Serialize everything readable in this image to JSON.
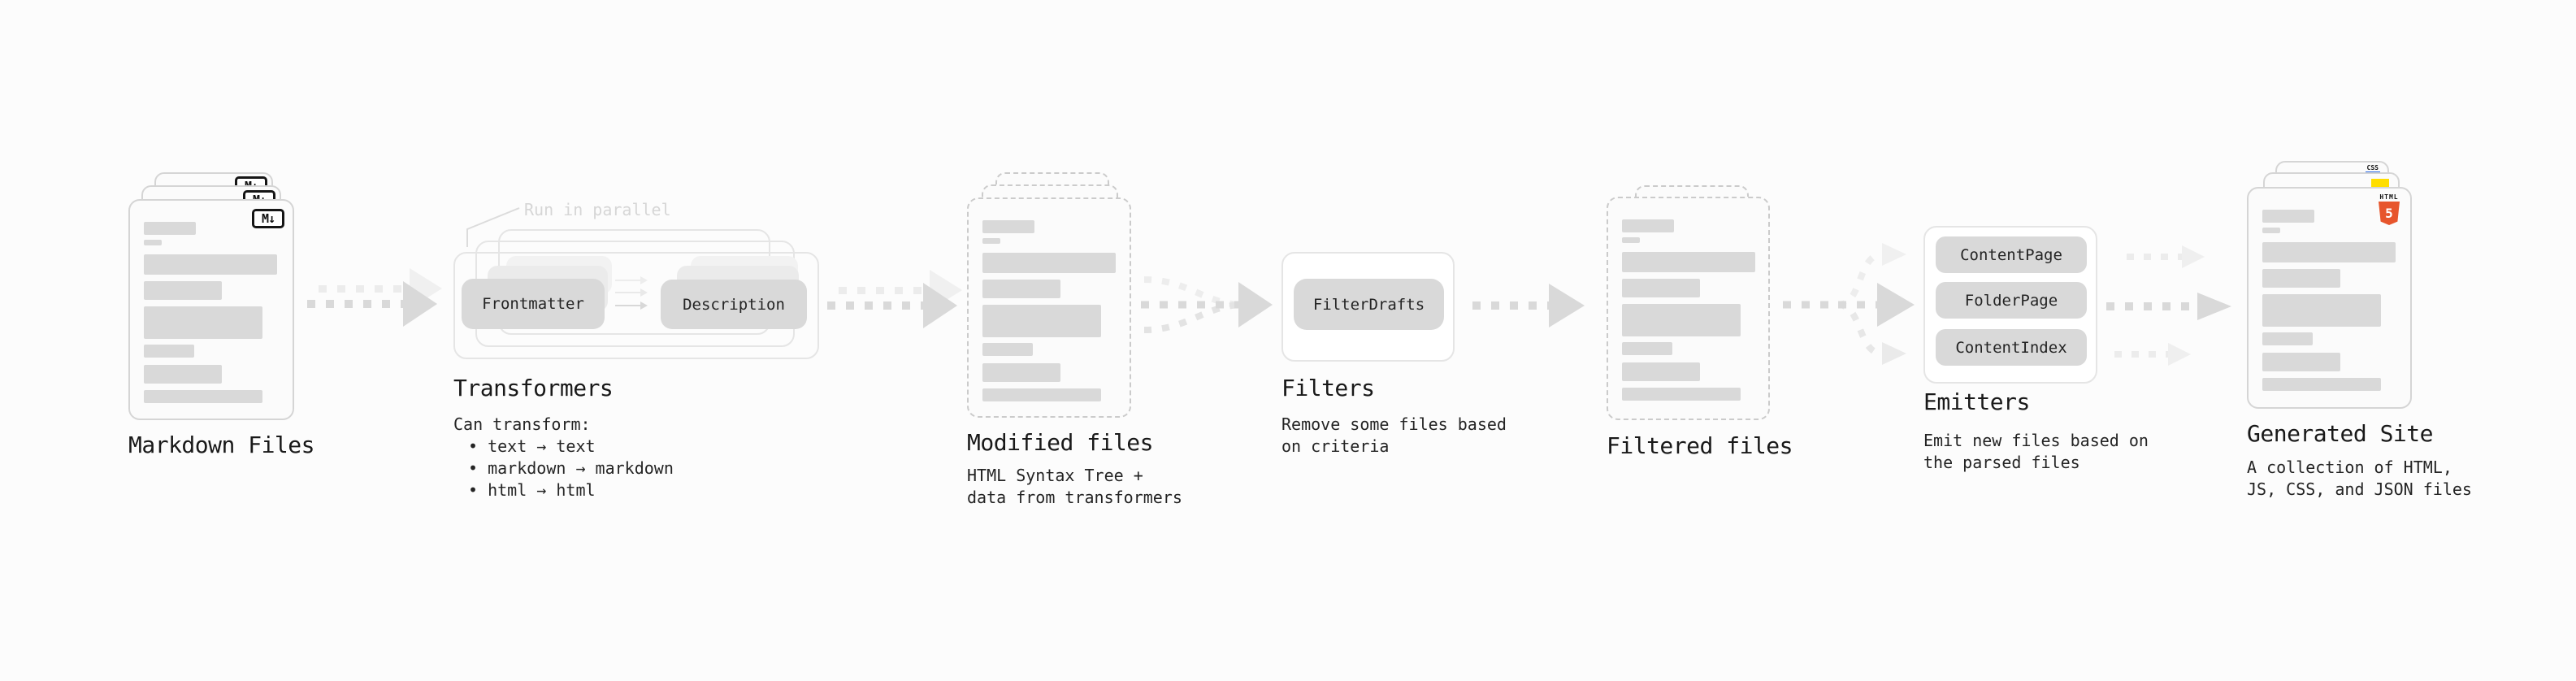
{
  "colors": {
    "html5_orange": "#e7552c",
    "js_yellow": "#ffde00",
    "css_blue": "#2f6de8",
    "pill_gray": "#d9d9d9",
    "arrow_gray": "#d9d9d9"
  },
  "stages": {
    "markdown": {
      "label": "Markdown Files",
      "badge": "M↓"
    },
    "transformers": {
      "annotation": "Run in parallel",
      "pill_left": "Frontmatter",
      "pill_right": "Description",
      "label": "Transformers",
      "desc_title": "Can transform:",
      "bullets": [
        "• text → text",
        "• markdown → markdown",
        "• html → html"
      ]
    },
    "modified": {
      "label": "Modified files",
      "desc": [
        "HTML Syntax Tree +",
        "data from transformers"
      ]
    },
    "filters": {
      "label": "Filters",
      "pill": "FilterDrafts",
      "desc": [
        "Remove some files based",
        "on criteria"
      ]
    },
    "filtered": {
      "label": "Filtered files"
    },
    "emitters": {
      "label": "Emitters",
      "pills": [
        "ContentPage",
        "FolderPage",
        "ContentIndex"
      ],
      "desc": [
        "Emit new files based on",
        "the parsed files"
      ]
    },
    "generated": {
      "label": "Generated Site",
      "badges": {
        "css": "CSS",
        "html_word": "HTML",
        "html_number": "5"
      },
      "desc": [
        "A collection of HTML,",
        "JS, CSS, and JSON files"
      ]
    }
  }
}
